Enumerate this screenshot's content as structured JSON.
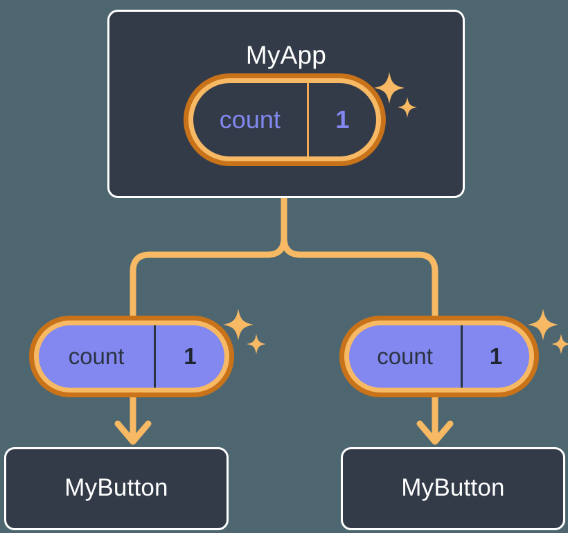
{
  "diagram": {
    "title": "react state propagation tree",
    "background_color": "#4d6670",
    "accent_orange_light": "#f8b964",
    "accent_orange_dark": "#c8721a",
    "state_purple": "#8288f0",
    "box_fill": "#333b49",
    "box_border": "#ffffff"
  },
  "root": {
    "label": "MyApp",
    "state": {
      "key": "count",
      "value": "1"
    },
    "sparkle_icon": "sparkle-icon"
  },
  "children": [
    {
      "label": "MyButton",
      "state": {
        "key": "count",
        "value": "1"
      },
      "sparkle_icon": "sparkle-icon"
    },
    {
      "label": "MyButton",
      "state": {
        "key": "count",
        "value": "1"
      },
      "sparkle_icon": "sparkle-icon"
    }
  ],
  "connectors": {
    "tree_color": "#f8b964",
    "arrow_color": "#f8b964"
  }
}
